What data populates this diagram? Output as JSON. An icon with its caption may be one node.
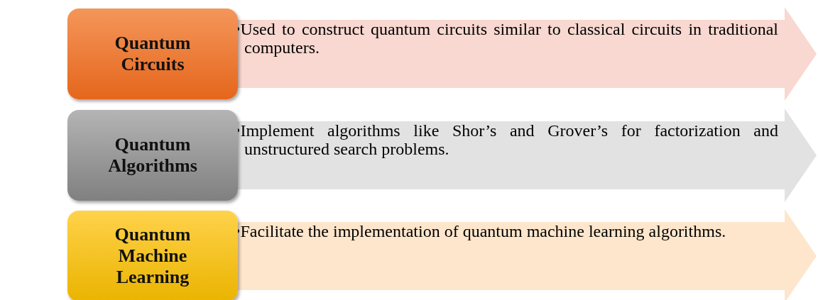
{
  "diagram": {
    "nodes": [
      {
        "text": [
          "Quantum Circuits"
        ]
      },
      {
        "text": [
          "•Used to construct quantum circuits similar to classical circuits in traditional computers."
        ]
      },
      {
        "text": [
          "Quantum Algorithms"
        ]
      },
      {
        "text": [
          "•Implement algorithms like Shor’s and Grover’s for factorization and unstructured search problems."
        ]
      },
      {
        "text": [
          "Quantum Machine Learning"
        ]
      },
      {
        "text": [
          "•Facilitate the implementation of quantum machine learning algorithms."
        ]
      }
    ]
  }
}
